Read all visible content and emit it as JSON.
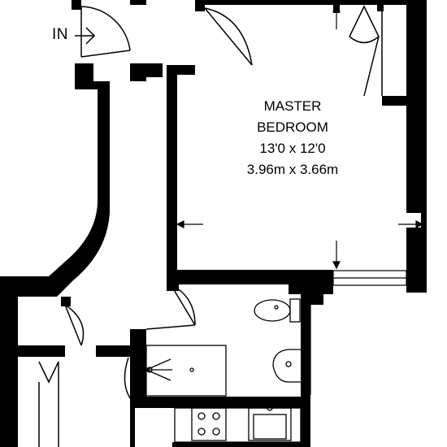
{
  "floorplan": {
    "entry_label": "IN",
    "rooms": [
      {
        "id": "master-bedroom",
        "name_line1": "MASTER",
        "name_line2": "BEDROOM",
        "dimensions_imperial": "13'0 x 12'0",
        "dimensions_metric": "3.96m x 3.66m"
      }
    ],
    "colors": {
      "wall": "#000000",
      "background": "#ffffff",
      "line": "#000000"
    }
  }
}
